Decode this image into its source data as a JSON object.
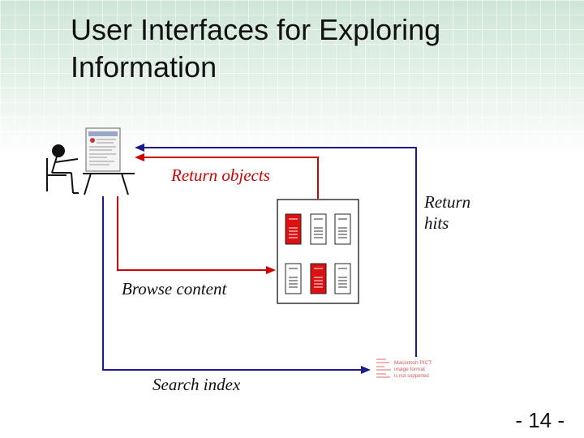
{
  "slide": {
    "title_line1": "User Interfaces for Exploring",
    "title_line2": "Information",
    "page_number": "- 14 -"
  },
  "diagram": {
    "labels": {
      "return_objects": "Return objects",
      "return_hits": "Return",
      "return_hits_2": "hits",
      "browse_content": "Browse content",
      "search_index": "Search index"
    },
    "missing_image_placeholder": {
      "line1": "Macintosh PICT",
      "line2": "image format",
      "line3": "is not supported"
    }
  }
}
